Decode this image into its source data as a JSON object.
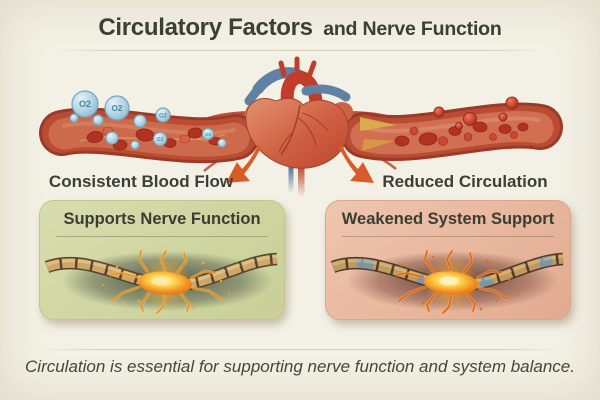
{
  "header": {
    "title_main": "Circulatory Factors",
    "title_sub": "and Nerve Function"
  },
  "hero": {
    "o2_label": "O2",
    "left_vessel_label": "Consistent Blood Flow",
    "right_vessel_label": "Reduced Circulation"
  },
  "panels": {
    "left": {
      "title": "Supports Nerve Function"
    },
    "right": {
      "title": "Weakened System Support"
    }
  },
  "footer": {
    "caption": "Circulation is essential for supporting nerve function and system balance."
  },
  "colors": {
    "background": "#f3f0e5",
    "title_text": "#3b3f36",
    "divider": "#d6cfba",
    "arrow_orange": "#d85c28",
    "panel_green": "#cfd5a3",
    "panel_pink": "#e9bba4",
    "vessel_wall_red": "#9c3a27",
    "vessel_lumen": "#cd6a4b",
    "red_cell": "#b23122",
    "oxygen_bubble_blue": "#a5cbdd",
    "heart_red": "#c7533a",
    "vein_blue": "#5e81a4",
    "plaque_yellow": "#ddb14f",
    "nerve_glow_orange": "#f39c12",
    "nerve_myelin_tan": "#cfa768",
    "nerve_segment_blue": "#7e95a4"
  },
  "icons": {
    "heart-icon": "anatomical heart",
    "artery-healthy-icon": "vessel with red cells and oxygen bubbles",
    "artery-reduced-icon": "vessel with sparse red cells and plaque",
    "o2-bubble-icon": "blue oxygen bubble",
    "red-cell-icon": "red blood cell",
    "arrow-down-left-icon": "orange curved arrow",
    "arrow-down-right-icon": "orange curved arrow",
    "nerve-healthy-icon": "glowing healthy nerve",
    "nerve-weak-icon": "glowing weakened nerve"
  }
}
